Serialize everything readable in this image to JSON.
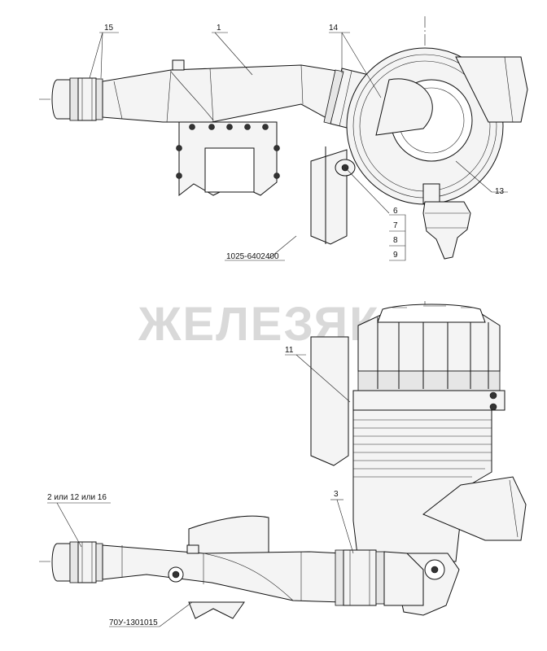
{
  "watermark": "ЖЕЛЕЗЯКА",
  "callouts": {
    "c1": "1",
    "c14": "14",
    "c15": "15",
    "c13": "13",
    "c6": "6",
    "c7": "7",
    "c8": "8",
    "c9": "9",
    "c11": "11",
    "c3": "3",
    "bracket_part": "1025-6402400",
    "hose_part": "2 или 12 или 16",
    "bottom_part": "70У-1301015"
  }
}
